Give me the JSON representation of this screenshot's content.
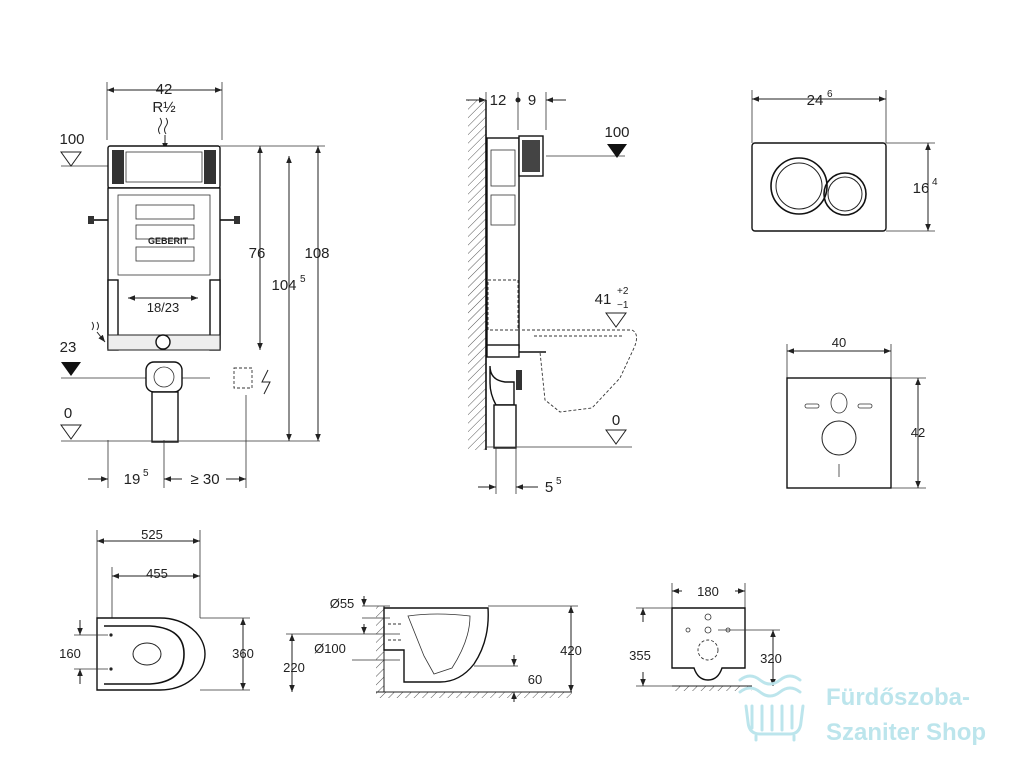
{
  "frame_front": {
    "width_42": "42",
    "r_half": "R½",
    "level_100": "100",
    "level_23": "23",
    "level_0": "0",
    "h_76": "76",
    "h_104_main": "104",
    "h_104_sup": "5",
    "h_108": "108",
    "inner_18_23": "18/23",
    "off_19_main": "19",
    "off_19_sup": "5",
    "off_30": "≥ 30",
    "brand": "GEBERIT"
  },
  "frame_side": {
    "d12": "12",
    "d9": "9",
    "level_100": "100",
    "level_41": "41",
    "tol_plus": "+2",
    "tol_minus": "−1",
    "level_0": "0",
    "d5_main": "5",
    "d5_sup": "5"
  },
  "flush_plate": {
    "w_main": "24",
    "w_sup": "6",
    "h_main": "16",
    "h_sup": "4"
  },
  "mat": {
    "w": "40",
    "h": "42"
  },
  "bowl_top": {
    "d525": "525",
    "d455": "455",
    "d160": "160",
    "d360": "360"
  },
  "bowl_side": {
    "d55": "Ø55",
    "d100": "Ø100",
    "d220": "220",
    "d420": "420",
    "d60": "60"
  },
  "bowl_rear": {
    "d180": "180",
    "d355": "355",
    "d320": "320"
  },
  "watermark": {
    "line1": "Fürdőszoba-",
    "line2": "Szaniter Shop",
    "color": "#b9e4ec"
  }
}
